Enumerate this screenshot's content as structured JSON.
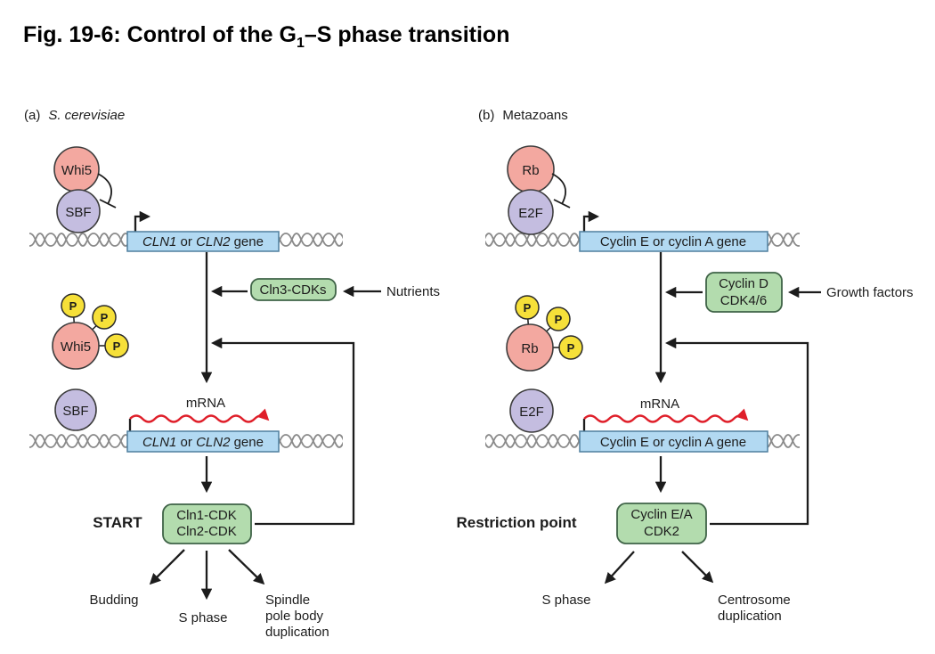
{
  "title": {
    "prefix": "Fig. 19-6: Control of the G",
    "subscript": "1",
    "suffix": "–S phase transition"
  },
  "colors": {
    "pink": "#f3a8a0",
    "purple": "#c4bde0",
    "green-fill": "#b3dcae",
    "green-border": "#3f6347",
    "blue-fill": "#b2d9f2",
    "blue-border": "#4f7f9e",
    "yellow": "#f6e039",
    "red": "#df1f2a",
    "ink": "#1c1c1c",
    "dna": "#8a8a8a"
  },
  "panel_a": {
    "label": "(a)",
    "species": "S. cerevisiae",
    "inhibitor": "Whi5",
    "tf": "SBF",
    "gene_i1": "CLN1",
    "gene_mid": " or ",
    "gene_i2": "CLN2",
    "gene_end": " gene",
    "kinase": "Cln3-CDKs",
    "signal": "Nutrients",
    "p": "P",
    "mrna": "mRNA",
    "checkpoint": "START",
    "cdk_line1": "Cln1-CDK",
    "cdk_line2": "Cln2-CDK",
    "out_budding": "Budding",
    "out_sphase": "S phase",
    "out_spindle_l1": "Spindle",
    "out_spindle_l2": "pole body",
    "out_spindle_l3": "duplication"
  },
  "panel_b": {
    "label": "(b)",
    "species": "Metazoans",
    "inhibitor": "Rb",
    "tf": "E2F",
    "gene": "Cyclin E or cyclin A gene",
    "kinase_line1": "Cyclin D",
    "kinase_line2": "CDK4/6",
    "signal": "Growth factors",
    "p": "P",
    "mrna": "mRNA",
    "checkpoint": "Restriction point",
    "cdk_line1": "Cyclin E/A",
    "cdk_line2": "CDK2",
    "out_sphase": "S phase",
    "out_centro_l1": "Centrosome",
    "out_centro_l2": "duplication"
  }
}
